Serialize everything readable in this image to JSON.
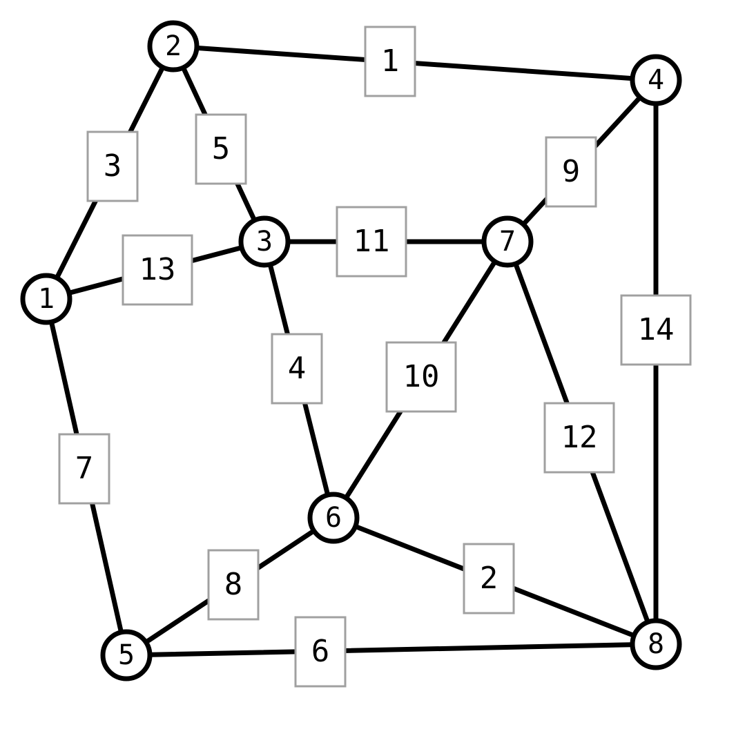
{
  "diagram": {
    "type": "weighted-undirected-graph",
    "nodes": [
      {
        "id": "1",
        "label": "1"
      },
      {
        "id": "2",
        "label": "2"
      },
      {
        "id": "3",
        "label": "3"
      },
      {
        "id": "4",
        "label": "4"
      },
      {
        "id": "5",
        "label": "5"
      },
      {
        "id": "6",
        "label": "6"
      },
      {
        "id": "7",
        "label": "7"
      },
      {
        "id": "8",
        "label": "8"
      }
    ],
    "edges": [
      {
        "from": "2",
        "to": "4",
        "weight": "1"
      },
      {
        "from": "6",
        "to": "8",
        "weight": "2"
      },
      {
        "from": "1",
        "to": "2",
        "weight": "3"
      },
      {
        "from": "3",
        "to": "6",
        "weight": "4"
      },
      {
        "from": "2",
        "to": "3",
        "weight": "5"
      },
      {
        "from": "5",
        "to": "8",
        "weight": "6"
      },
      {
        "from": "1",
        "to": "5",
        "weight": "7"
      },
      {
        "from": "5",
        "to": "6",
        "weight": "8"
      },
      {
        "from": "4",
        "to": "7",
        "weight": "9"
      },
      {
        "from": "6",
        "to": "7",
        "weight": "10"
      },
      {
        "from": "3",
        "to": "7",
        "weight": "11"
      },
      {
        "from": "7",
        "to": "8",
        "weight": "12"
      },
      {
        "from": "1",
        "to": "3",
        "weight": "13"
      },
      {
        "from": "4",
        "to": "8",
        "weight": "14"
      }
    ],
    "colors": {
      "edge": "#000000",
      "node_stroke": "#000000",
      "node_fill": "#ffffff",
      "weight_box_stroke": "#a0a0a0",
      "background": "#ffffff"
    }
  }
}
